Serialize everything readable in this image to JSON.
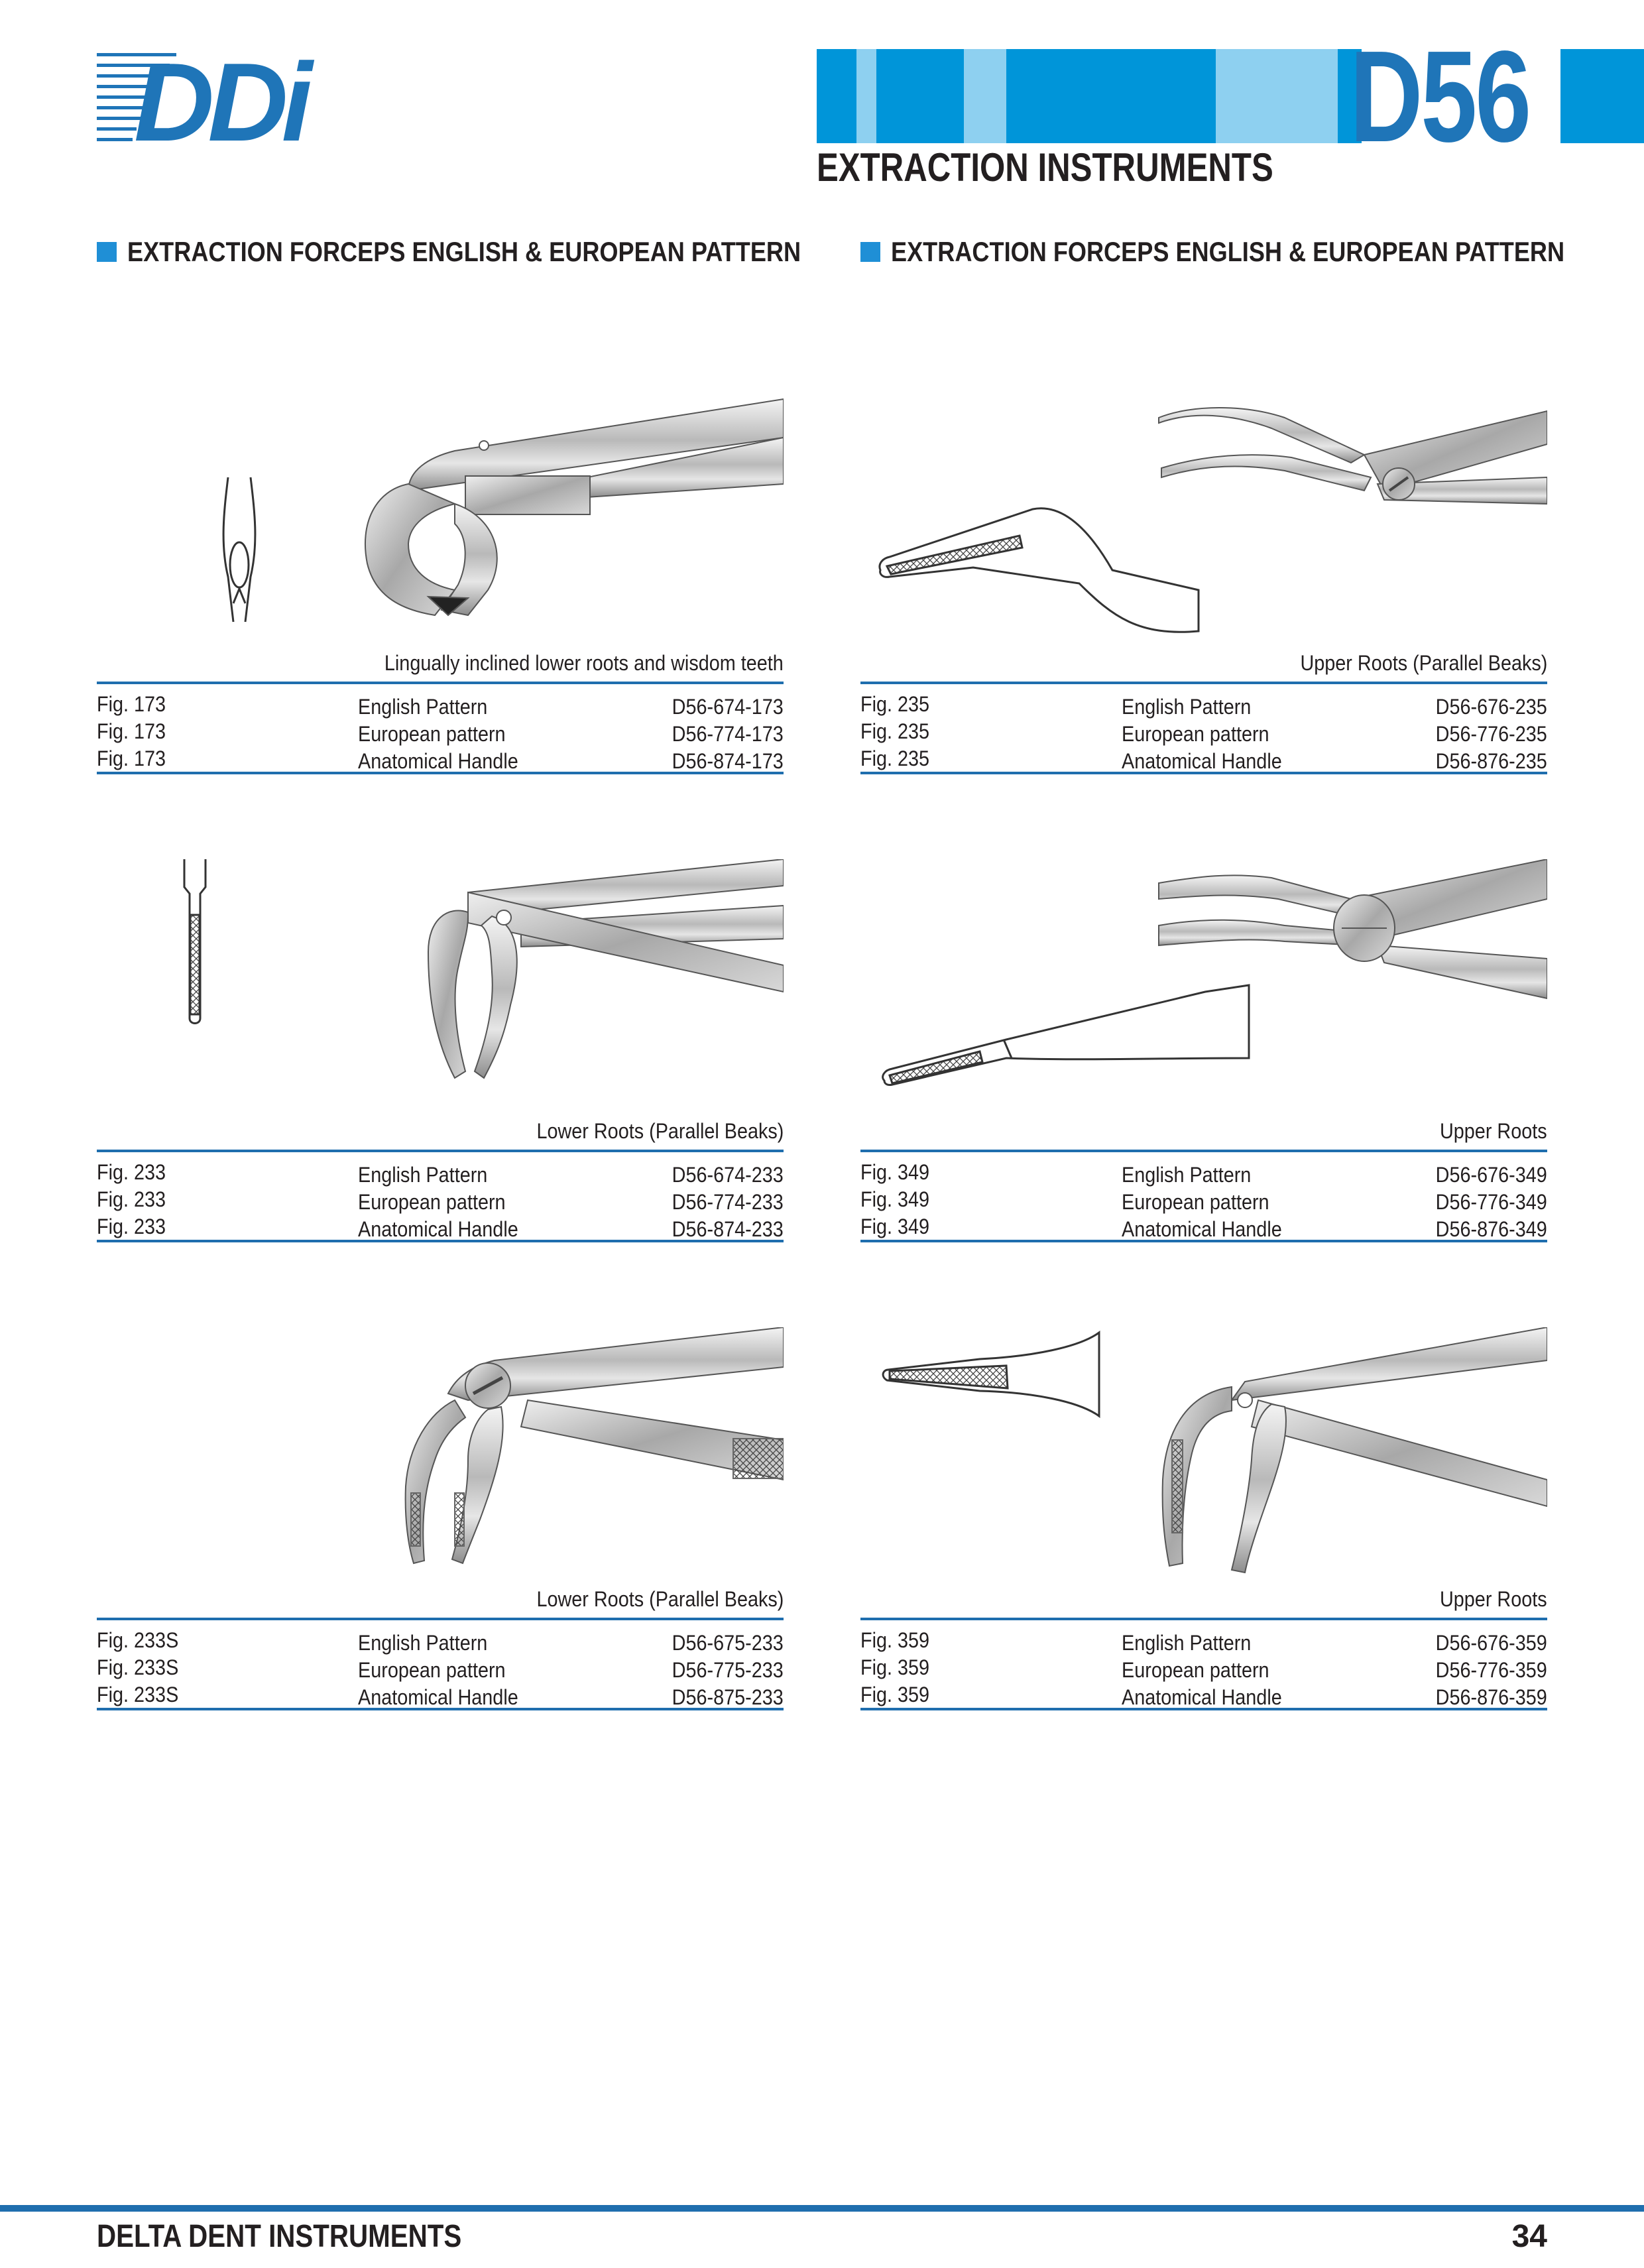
{
  "header": {
    "logo_text": "DDi",
    "catalog_code": "D56",
    "page_title": "EXTRACTION INSTRUMENTS",
    "bar_colors": [
      "#0095d9",
      "#8ed0f0",
      "#0095d9",
      "#8ed0f0",
      "#0095d9",
      "#8ed0f0",
      "#0095d9",
      "#8ed0f0",
      "#0095d9"
    ]
  },
  "columns": [
    {
      "heading": "EXTRACTION FORCEPS ENGLISH & EUROPEAN PATTERN",
      "products": [
        {
          "subtitle": "Lingually inclined lower roots and wisdom teeth",
          "rows": [
            {
              "fig": "Fig. 173",
              "pattern": "English Pattern",
              "article": "D56-674-173"
            },
            {
              "fig": "Fig. 173",
              "pattern": "European pattern",
              "article": "D56-774-173"
            },
            {
              "fig": "Fig. 173",
              "pattern": "Anatomical Handle",
              "article": "D56-874-173"
            }
          ]
        },
        {
          "subtitle": "Lower Roots (Parallel Beaks)",
          "rows": [
            {
              "fig": "Fig. 233",
              "pattern": "English Pattern",
              "article": "D56-674-233"
            },
            {
              "fig": "Fig. 233",
              "pattern": "European pattern",
              "article": "D56-774-233"
            },
            {
              "fig": "Fig. 233",
              "pattern": "Anatomical Handle",
              "article": "D56-874-233"
            }
          ]
        },
        {
          "subtitle": "Lower Roots (Parallel Beaks)",
          "rows": [
            {
              "fig": "Fig. 233S",
              "pattern": "English Pattern",
              "article": "D56-675-233"
            },
            {
              "fig": "Fig. 233S",
              "pattern": "European pattern",
              "article": "D56-775-233"
            },
            {
              "fig": "Fig. 233S",
              "pattern": "Anatomical Handle",
              "article": "D56-875-233"
            }
          ]
        }
      ]
    },
    {
      "heading": "EXTRACTION FORCEPS ENGLISH & EUROPEAN PATTERN",
      "products": [
        {
          "subtitle": "Upper Roots (Parallel Beaks)",
          "rows": [
            {
              "fig": "Fig. 235",
              "pattern": "English Pattern",
              "article": "D56-676-235"
            },
            {
              "fig": "Fig. 235",
              "pattern": "European pattern",
              "article": "D56-776-235"
            },
            {
              "fig": "Fig. 235",
              "pattern": "Anatomical Handle",
              "article": "D56-876-235"
            }
          ]
        },
        {
          "subtitle": "Upper Roots",
          "rows": [
            {
              "fig": "Fig. 349",
              "pattern": "English Pattern",
              "article": "D56-676-349"
            },
            {
              "fig": "Fig. 349",
              "pattern": "European pattern",
              "article": "D56-776-349"
            },
            {
              "fig": "Fig. 349",
              "pattern": "Anatomical Handle",
              "article": "D56-876-349"
            }
          ]
        },
        {
          "subtitle": "Upper Roots",
          "rows": [
            {
              "fig": "Fig. 359",
              "pattern": "English Pattern",
              "article": "D56-676-359"
            },
            {
              "fig": "Fig. 359",
              "pattern": "European pattern",
              "article": "D56-776-359"
            },
            {
              "fig": "Fig. 359",
              "pattern": "Anatomical Handle",
              "article": "D56-876-359"
            }
          ]
        }
      ]
    }
  ],
  "footer": {
    "company": "DELTA DENT INSTRUMENTS",
    "page_number": "34"
  },
  "colors": {
    "brand_blue": "#1f75b8",
    "light_blue": "#8ed0f0",
    "accent_blue": "#0095d9",
    "rule_blue": "#1f6eae"
  }
}
